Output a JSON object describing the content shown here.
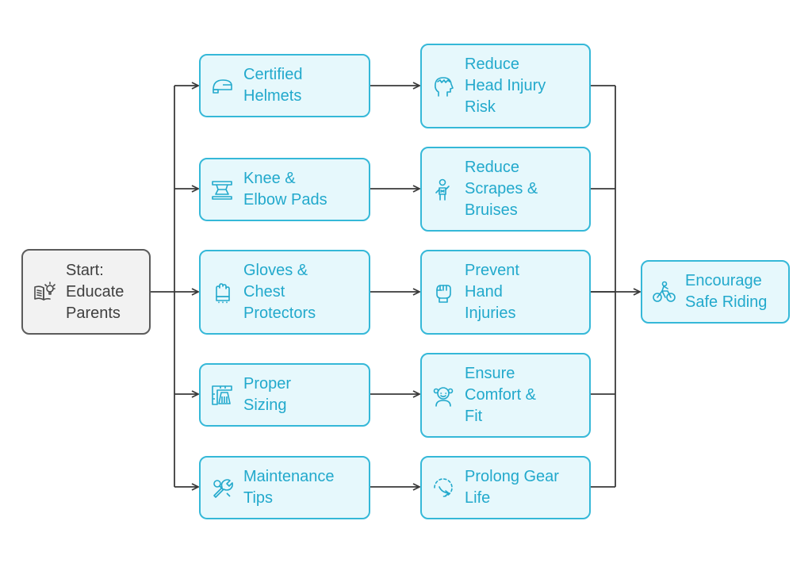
{
  "colors": {
    "accent": "#22a9cc",
    "accent_border": "#35b8d8",
    "accent_fill": "#e6f8fc",
    "start_fill": "#f2f2f2",
    "start_border": "#5b5b5b",
    "connector": "#3a3a3a"
  },
  "start": {
    "label": "Start:\nEducate\nParents",
    "icon": "book-lightbulb-icon"
  },
  "gear": [
    {
      "label": "Certified\nHelmets",
      "icon": "helmet-icon"
    },
    {
      "label": "Knee &\nElbow Pads",
      "icon": "knee-pad-icon"
    },
    {
      "label": "Gloves &\nChest\nProtectors",
      "icon": "glove-icon"
    },
    {
      "label": "Proper\nSizing",
      "icon": "ruler-sizing-icon"
    },
    {
      "label": "Maintenance\nTips",
      "icon": "wrench-icon"
    }
  ],
  "outcomes": [
    {
      "label": "Reduce\nHead Injury\nRisk",
      "icon": "head-icon"
    },
    {
      "label": "Reduce\nScrapes &\nBruises",
      "icon": "child-bandage-icon"
    },
    {
      "label": "Prevent\nHand\nInjuries",
      "icon": "fist-icon"
    },
    {
      "label": "Ensure\nComfort &\nFit",
      "icon": "happy-child-icon"
    },
    {
      "label": "Prolong Gear\nLife",
      "icon": "cycle-arrow-icon"
    }
  ],
  "goal": {
    "label": "Encourage\nSafe Riding",
    "icon": "bike-rider-icon"
  }
}
